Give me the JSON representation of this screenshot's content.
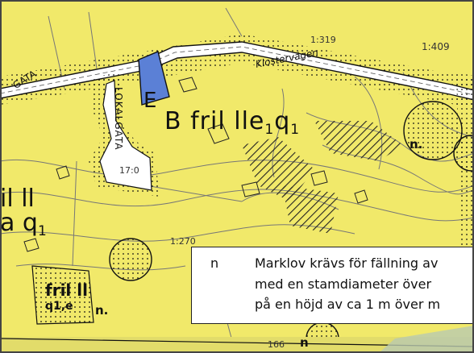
{
  "map": {
    "zone_main": {
      "prefix": "B fril",
      "middle": "ll",
      "e": "e",
      "e_sub": "1",
      "q": "q",
      "q_sub": "1"
    },
    "zone_left": {
      "line1": "il ll",
      "line2": "a q",
      "line2_sub": "1"
    },
    "zone_small": {
      "line1": "fril ll",
      "line2": "q1,e"
    },
    "letter_e": "E",
    "streets": {
      "klostervagen": "Klostervägen",
      "gata_left": "GATA",
      "lokalgata": "LOKALGATA"
    },
    "numbers": {
      "n1": "1:319",
      "n2": "1:409",
      "n3": "17:0",
      "n4": "1:270",
      "n5": "166"
    },
    "n_marks": [
      "n.",
      "n.",
      "n"
    ],
    "colors": {
      "zone_yellow": "#f1e96a",
      "road_white": "#ffffff",
      "dotted_border": "#111111",
      "blue_zone": "#5b80d6",
      "hatch": "#222222",
      "contour": "#777777"
    }
  },
  "legend": {
    "symbol": "n",
    "line1": "Marklov krävs för fällning av",
    "line2": "med en stamdiameter över",
    "line3": "på en höjd av ca 1 m över m"
  }
}
